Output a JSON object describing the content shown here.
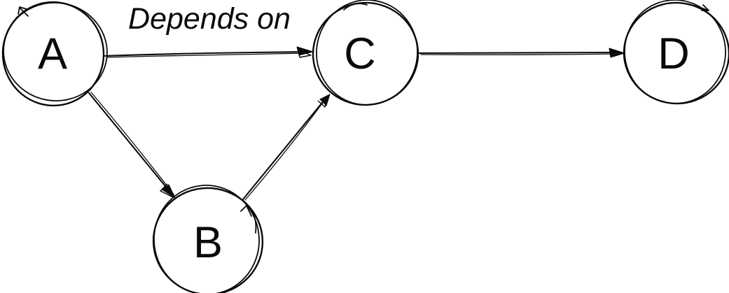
{
  "diagram": {
    "type": "directed-graph",
    "style": "hand-drawn-sketch",
    "colors": {
      "ink": "#0a0a0a",
      "background": "#ffffff"
    },
    "nodes": [
      {
        "id": "A",
        "label": "A"
      },
      {
        "id": "B",
        "label": "B"
      },
      {
        "id": "C",
        "label": "C"
      },
      {
        "id": "D",
        "label": "D"
      }
    ],
    "edges": [
      {
        "from": "A",
        "to": "C",
        "label": "Depends on"
      },
      {
        "from": "A",
        "to": "B",
        "label": ""
      },
      {
        "from": "B",
        "to": "C",
        "label": ""
      },
      {
        "from": "C",
        "to": "D",
        "label": ""
      }
    ]
  }
}
